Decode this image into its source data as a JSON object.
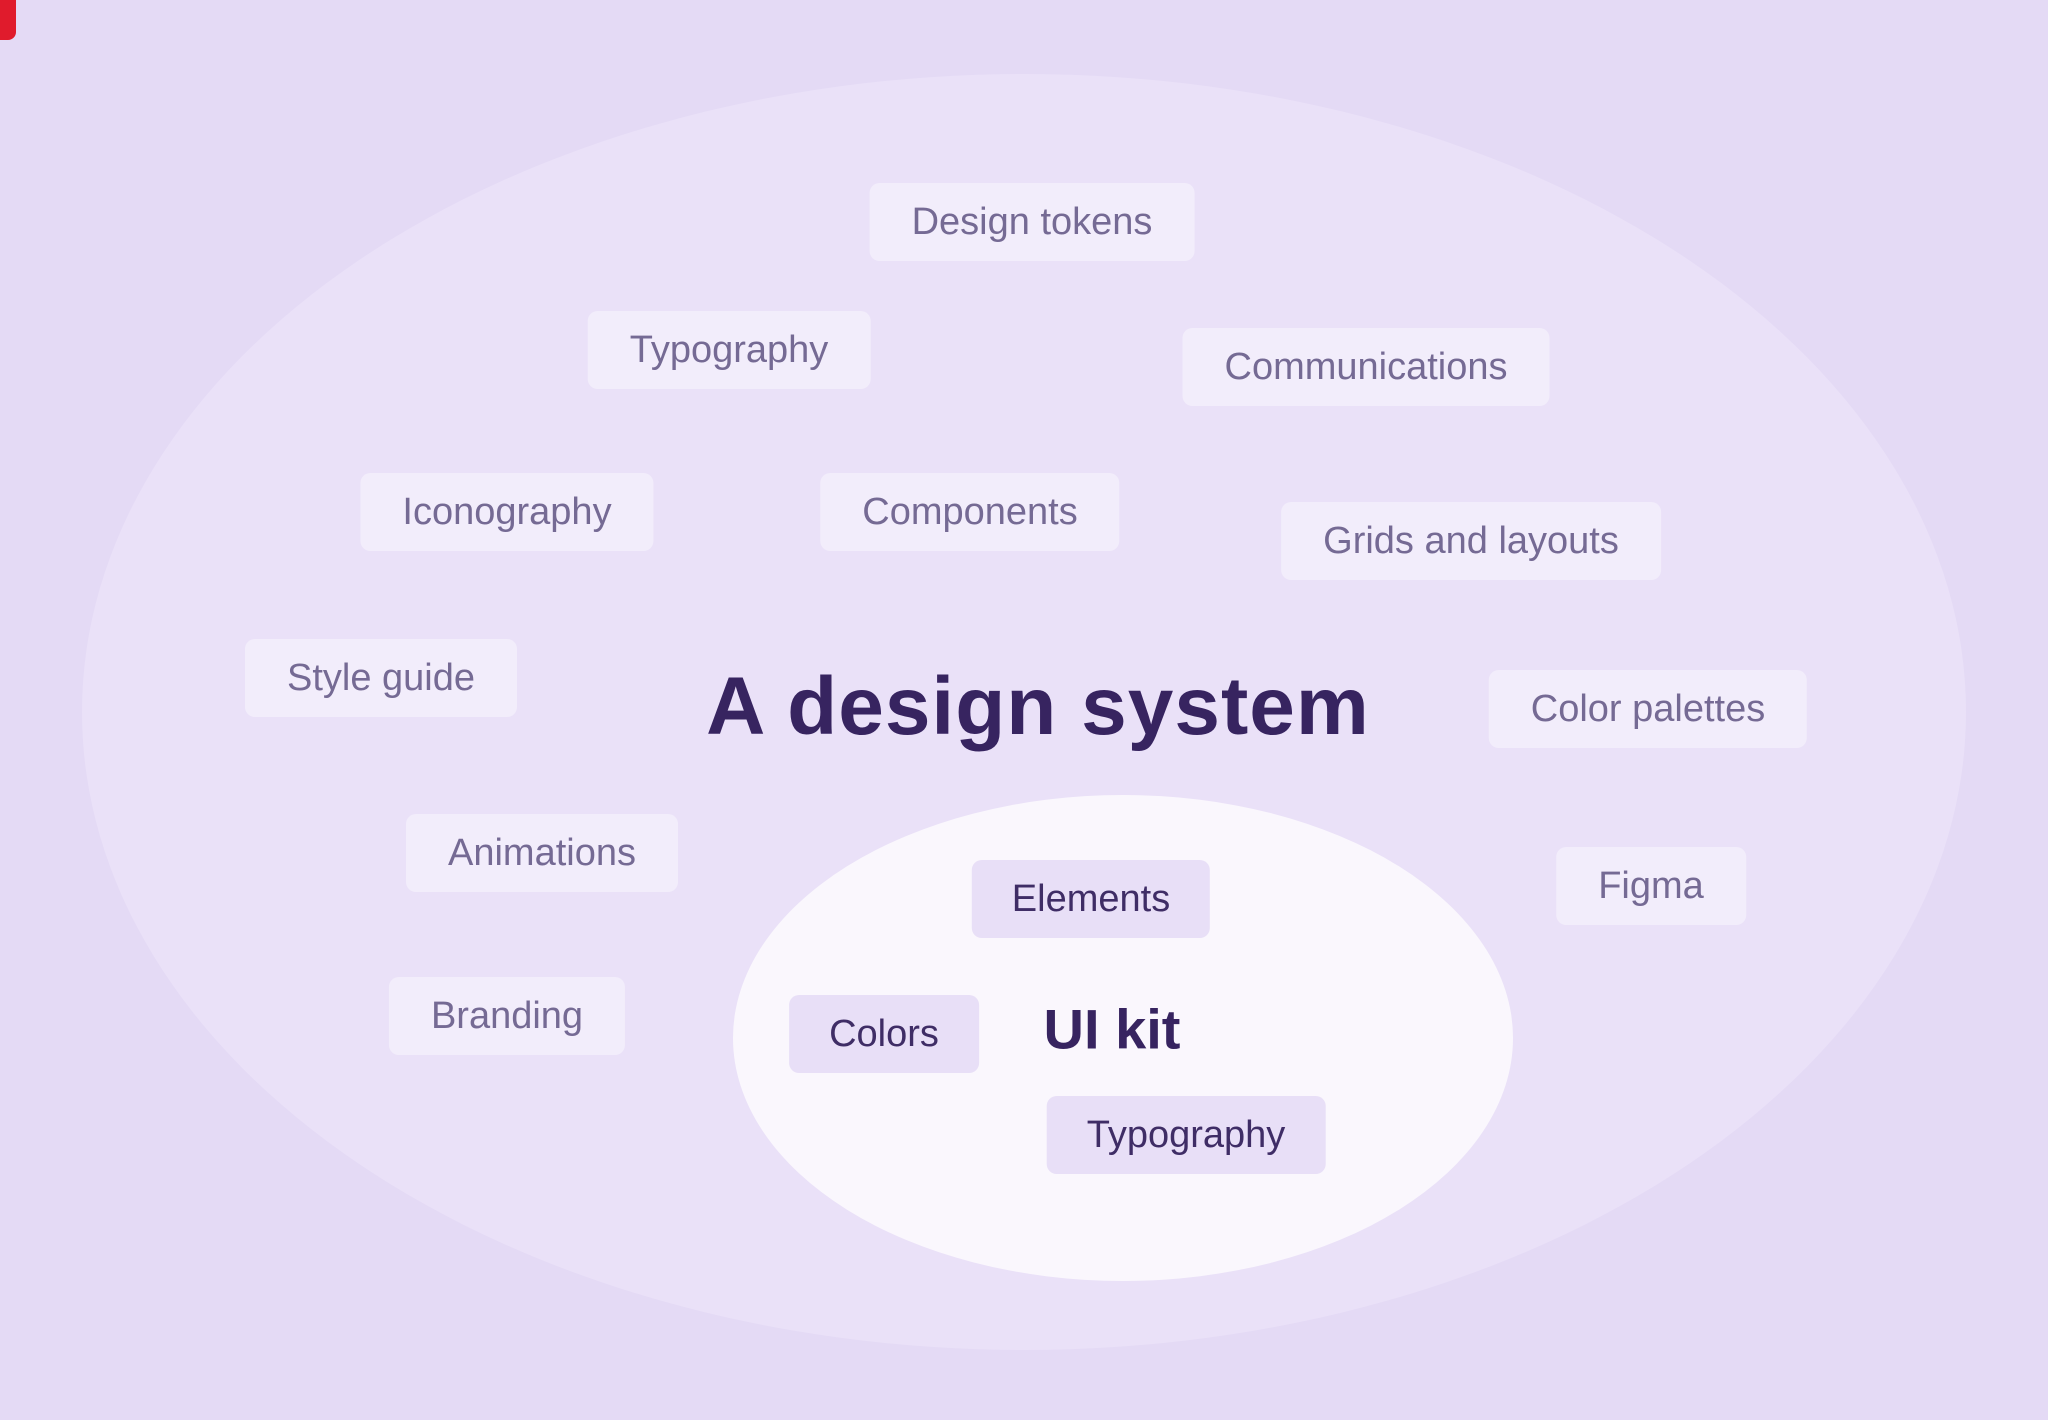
{
  "title": {
    "text": "A design system",
    "color": "#372460"
  },
  "outer_chips": [
    {
      "label": "Design tokens"
    },
    {
      "label": "Typography"
    },
    {
      "label": "Communications"
    },
    {
      "label": "Iconography"
    },
    {
      "label": "Components"
    },
    {
      "label": "Grids and layouts"
    },
    {
      "label": "Style guide"
    },
    {
      "label": "Color palettes"
    },
    {
      "label": "Animations"
    },
    {
      "label": "Figma"
    },
    {
      "label": "Branding"
    }
  ],
  "ui_kit": {
    "title": "UI kit",
    "chips": [
      {
        "label": "Elements"
      },
      {
        "label": "Colors"
      },
      {
        "label": "Typography"
      }
    ]
  },
  "colors": {
    "page_background": "#e4daf5",
    "outer_ellipse": "#eae1f8",
    "inner_ellipse": "#faf7fd",
    "outer_chip_background": "#f2edfb",
    "inner_chip_background": "#e8dff7",
    "outer_chip_text": "#756a94",
    "inner_chip_text": "#3f2d66",
    "title_text": "#372460",
    "corner_artifact": "#e01b2c"
  }
}
